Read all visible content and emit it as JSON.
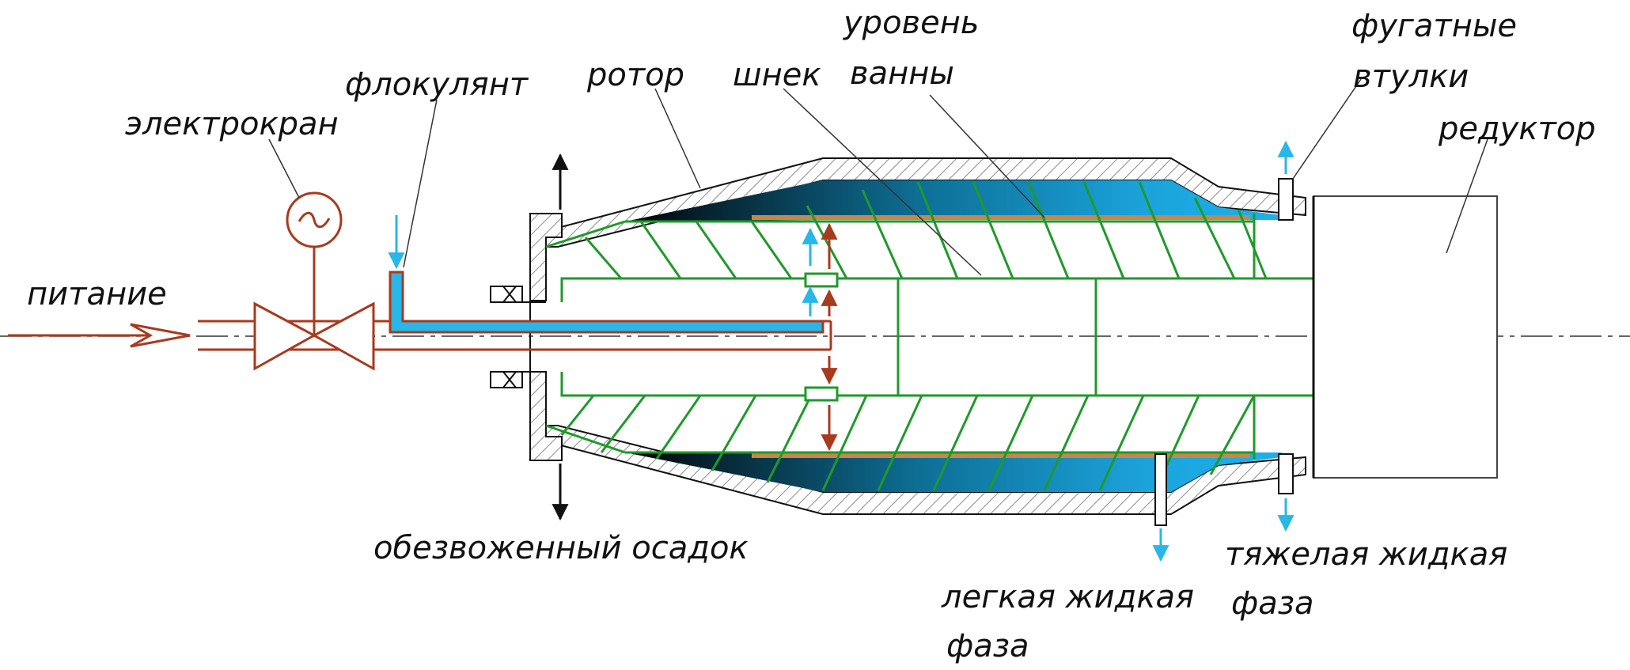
{
  "labels": {
    "feed": "питание",
    "valve": "электрокран",
    "flocculant": "флокулянт",
    "rotor": "ротор",
    "screw": "шнек",
    "level_line1": "уровень",
    "level_line2": "ванны",
    "bush_line1": "фугатные",
    "bush_line2": "втулки",
    "gearbox": "редуктор",
    "sludge": "обезвоженный осадок",
    "light_line1": "легкая жидкая",
    "light_line2": "фаза",
    "heavy_line1": "тяжелая жидкая",
    "heavy_line2": "фаза"
  },
  "colors": {
    "feed_pipe": "#a83a1e",
    "flocculant": "#29b6e8",
    "screw": "#1f9a2a",
    "liquid": "#1aa0d8",
    "liquid_dark": "#0a0a0a",
    "bath_level": "#c8864a",
    "rotor_hatch": "#808080",
    "outline": "#111111"
  }
}
